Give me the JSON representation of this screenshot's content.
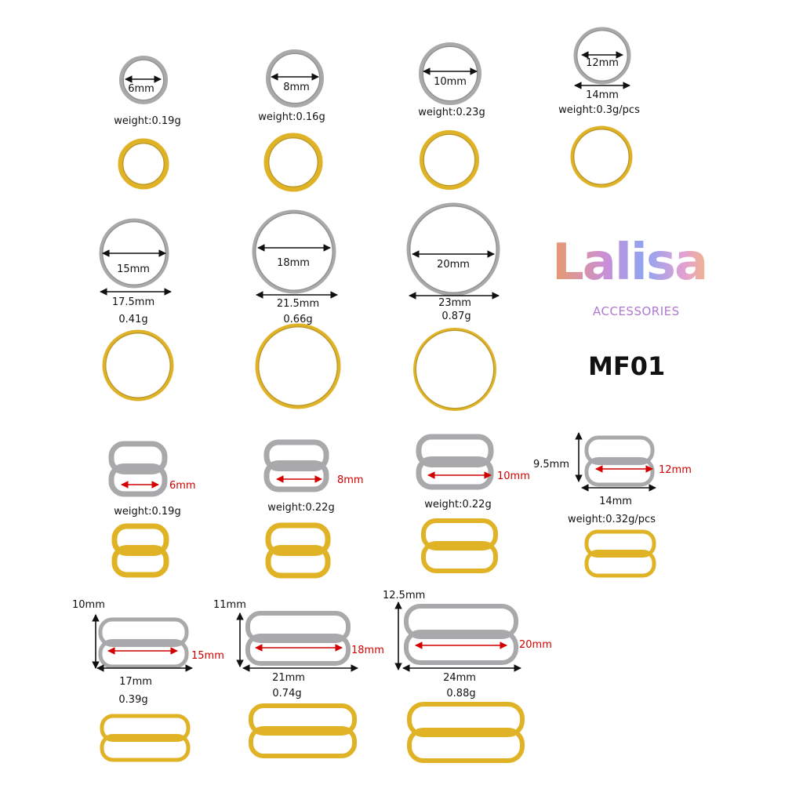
{
  "brand": {
    "name": "Lalisa",
    "tagline": "ACCESSORIES",
    "product_code": "MF01",
    "gradient_colors": [
      "#e89a6a",
      "#c98fd8",
      "#8fa4f0",
      "#e2a0d4"
    ]
  },
  "colors": {
    "silver": "#a9a9ab",
    "gold": "#e0b326",
    "annotation": "#d40000"
  },
  "rings_row1": [
    {
      "inner": "6mm",
      "outer": "",
      "weight": "weight:0.19g"
    },
    {
      "inner": "8mm",
      "outer": "",
      "weight": "weight:0.16g"
    },
    {
      "inner": "10mm",
      "outer": "",
      "weight": "weight:0.23g"
    },
    {
      "inner": "12mm",
      "outer": "14mm",
      "weight": "weight:0.3g/pcs"
    }
  ],
  "rings_row2": [
    {
      "inner": "15mm",
      "outer": "17.5mm",
      "weight": "0.41g"
    },
    {
      "inner": "18mm",
      "outer": "21.5mm",
      "weight": "0.66g"
    },
    {
      "inner": "20mm",
      "outer": "23mm",
      "weight": "0.87g"
    }
  ],
  "sliders_row3": [
    {
      "inner": "6mm",
      "height": "",
      "width": "",
      "weight": "weight:0.19g"
    },
    {
      "inner": "8mm",
      "height": "",
      "width": "",
      "weight": "weight:0.22g"
    },
    {
      "inner": "10mm",
      "height": "",
      "width": "",
      "weight": "weight:0.22g"
    },
    {
      "inner": "12mm",
      "height": "9.5mm",
      "width": "14mm",
      "weight": "weight:0.32g/pcs"
    }
  ],
  "sliders_row4": [
    {
      "inner": "15mm",
      "height": "10mm",
      "width": "17mm",
      "weight": "0.39g"
    },
    {
      "inner": "18mm",
      "height": "11mm",
      "width": "21mm",
      "weight": "0.74g"
    },
    {
      "inner": "20mm",
      "height": "12.5mm",
      "width": "24mm",
      "weight": "0.88g"
    }
  ]
}
